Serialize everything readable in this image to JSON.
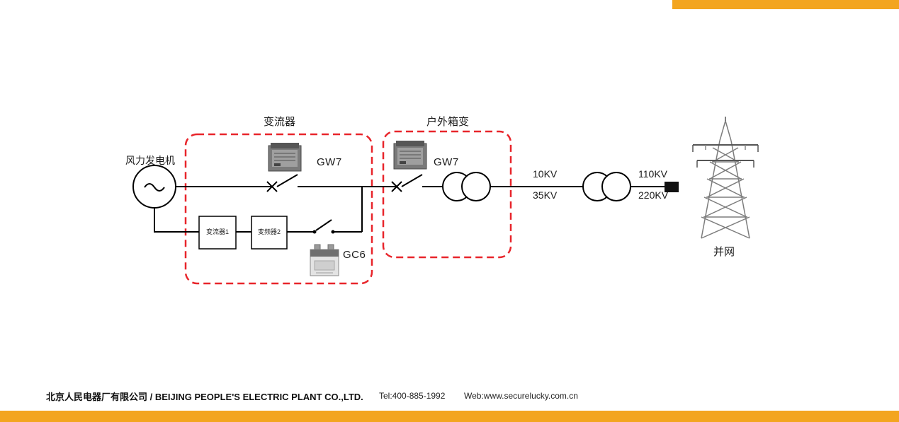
{
  "colors": {
    "accent": "#F3A51F",
    "dashed_box": "#E8252B",
    "line": "#000000"
  },
  "diagram": {
    "generator": {
      "label": "风力发电机",
      "symbol": "~"
    },
    "converter_group": {
      "title": "变流器",
      "breaker_label": "GW7",
      "contactor_label": "GC6",
      "module1": "变流器1",
      "module2": "变频器2"
    },
    "outdoor_group": {
      "title": "户外箱变",
      "breaker_label": "GW7"
    },
    "voltages": {
      "seg1_top": "10KV",
      "seg1_bottom": "35KV",
      "seg2_top": "110KV",
      "seg2_bottom": "220KV"
    },
    "grid": {
      "label": "并网"
    }
  },
  "footer": {
    "company": "北京人民电器厂有限公司 / BEIJING PEOPLE'S ELECTRIC PLANT CO.,LTD.",
    "tel": "Tel:400-885-1992",
    "web": "Web:www.securelucky.com.cn"
  }
}
